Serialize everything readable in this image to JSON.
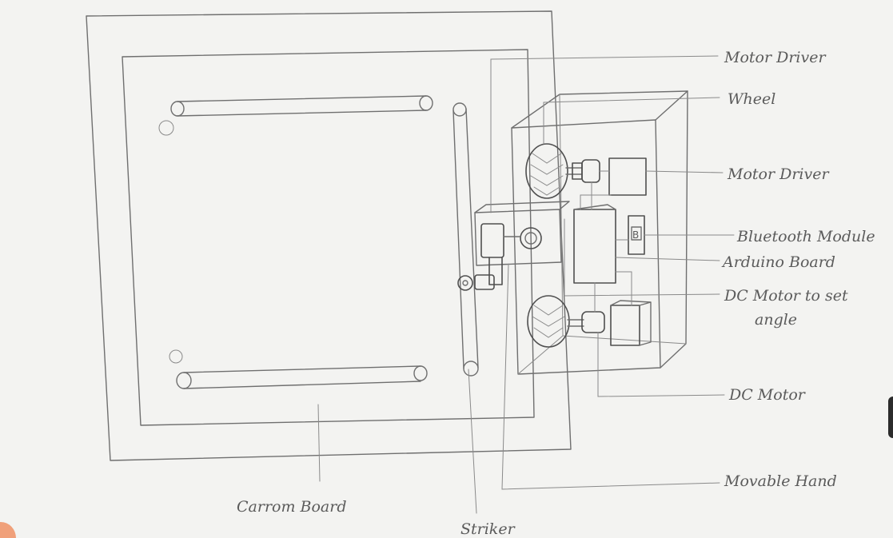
{
  "labels": {
    "motor_driver_top": "Motor Driver",
    "wheel": "Wheel",
    "motor_driver_mid": "Motor Driver",
    "bluetooth_module": "Bluetooth Module",
    "arduino_board": "Arduino Board",
    "dc_motor_angle": "DC Motor to set",
    "dc_motor_angle_line2": "angle",
    "dc_motor": "DC Motor",
    "movable_hand": "Movable Hand",
    "carrom_board": "Carrom Board",
    "striker": "Striker"
  },
  "module_letter": "B"
}
